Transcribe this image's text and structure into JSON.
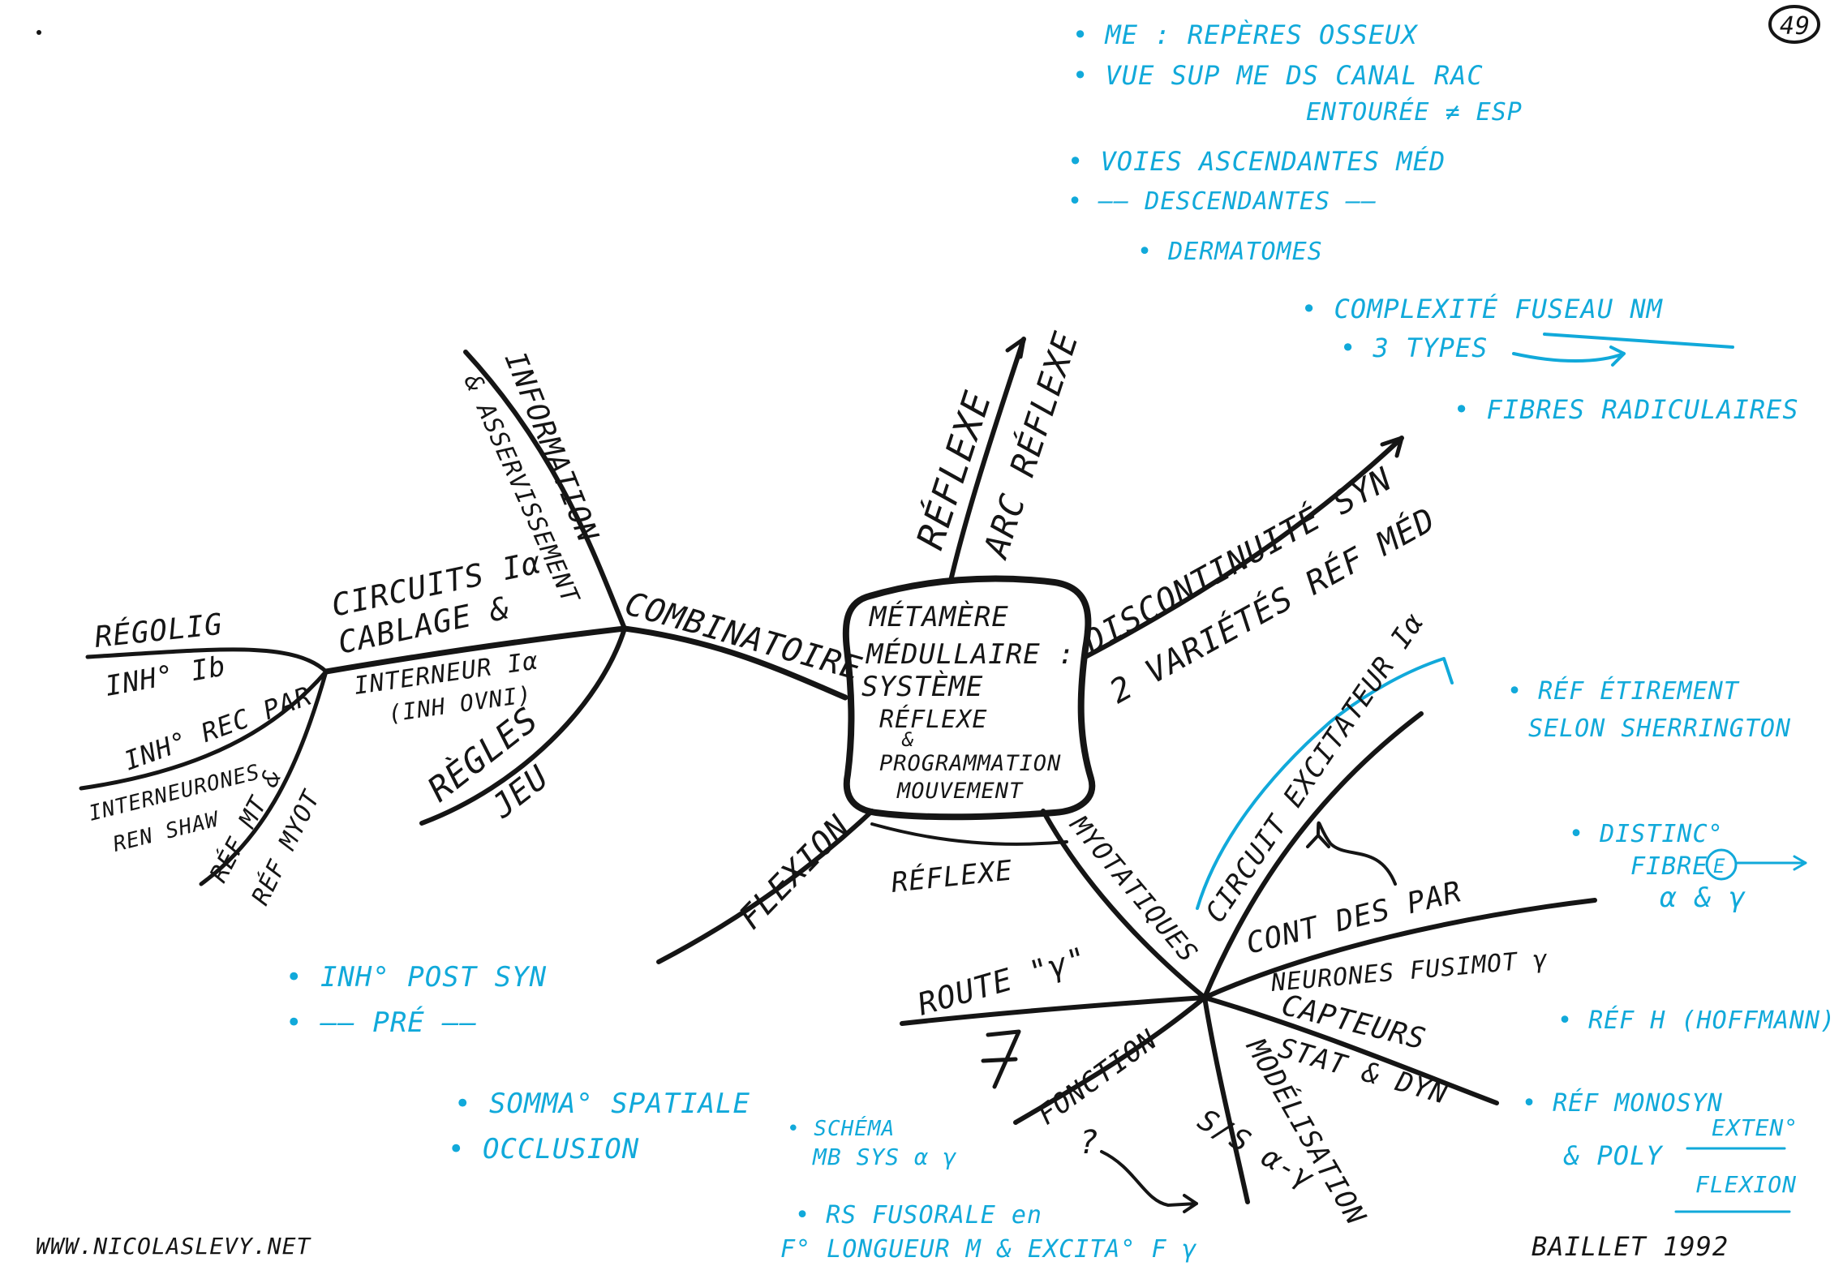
{
  "page_number": "49",
  "center": {
    "line1": "MÉTAMÈRE",
    "line2": "MÉDULLAIRE :",
    "line3": "SYSTÈME",
    "line4": "RÉFLEXE",
    "line5": "&",
    "line6": "PROGRAMMATION",
    "line7": "MOUVEMENT"
  },
  "branches": {
    "reflexe_top": "RÉFLEXE",
    "arc_reflexe": "ARC RÉFLEXE",
    "combinatoire": "COMBINATOIRE",
    "information": "INFORMATION",
    "asservissement": "& ASSERVISSEMENT",
    "circuits": "CIRCUITS Iα",
    "cablage": "CABLAGE &",
    "interneur": "INTERNEUR Iα",
    "inh_ovni": "(INH OVNI)",
    "regles": "RÈGLES",
    "jeu": "JEU",
    "regolig": "RÉGOLIG",
    "inh_ib": "INH° Ib",
    "inh_rec_par": "INH° REC PAR",
    "interneurones": "INTERNEURONES",
    "ren_shaw": "REN SHAW",
    "ref_mt": "RÉF MT &",
    "ref_myot": "RÉF MYOT",
    "disc_syn": "DISCONTINUITÉ SYN",
    "varietes": "2 VARIÉTÉS RÉF MÉD",
    "flexion": "FLEXION",
    "reflexe_bottom": "RÉFLEXE",
    "myotatiques": "MYOTATIQUES",
    "circuit_excitateur": "CIRCUIT EXCITATEUR Iα",
    "cont_des_par": "CONT DES PAR",
    "neurones_fusimot": "NEURONES FUSIMOT γ",
    "capteurs": "CAPTEURS",
    "stat_dyn": "STAT & DYN",
    "route_gamma": "ROUTE \"γ\"",
    "fonction": "FONCTION",
    "modelisation": "MODÉLISATION",
    "ss_alpha_gamma": "S/S α-γ",
    "question": "?"
  },
  "notes_top": [
    "• ME : REPÈRES OSSEUX",
    "• VUE SUP ME DS CANAL RAC",
    "ENTOURÉE ≠ ESP",
    "• VOIES ASCENDANTES MÉD",
    "• —— DESCENDANTES ——",
    "• DERMATOMES",
    "• COMPLEXITÉ FUSEAU NM",
    "• 3 TYPES",
    "• FIBRES RADICULAIRES"
  ],
  "notes_right": [
    "• RÉF ÉTIREMENT",
    "SELON SHERRINGTON",
    "• DISTINC°",
    "FIBRE",
    "α & γ",
    "• RÉF H (HOFFMANN)",
    "• RÉF MONOSYN",
    "EXTEN°",
    "& POLY",
    "FLEXION"
  ],
  "notes_left": [
    "• INH° POST SYN",
    "• —— PRÉ ——",
    "• SOMMA° SPATIALE",
    "• OCCLUSION"
  ],
  "notes_bottom": [
    "• SCHÉMA",
    "MB SYS α γ",
    "• RS FUSORALE en",
    "F° LONGUEUR M & EXCITA° F γ"
  ],
  "fibre_marker": "E",
  "website": "WWW.NICOLASLEVY.NET",
  "author": "BAILLET 1992",
  "ink": {
    "black": "#151515",
    "cyan": "#11a9da"
  }
}
